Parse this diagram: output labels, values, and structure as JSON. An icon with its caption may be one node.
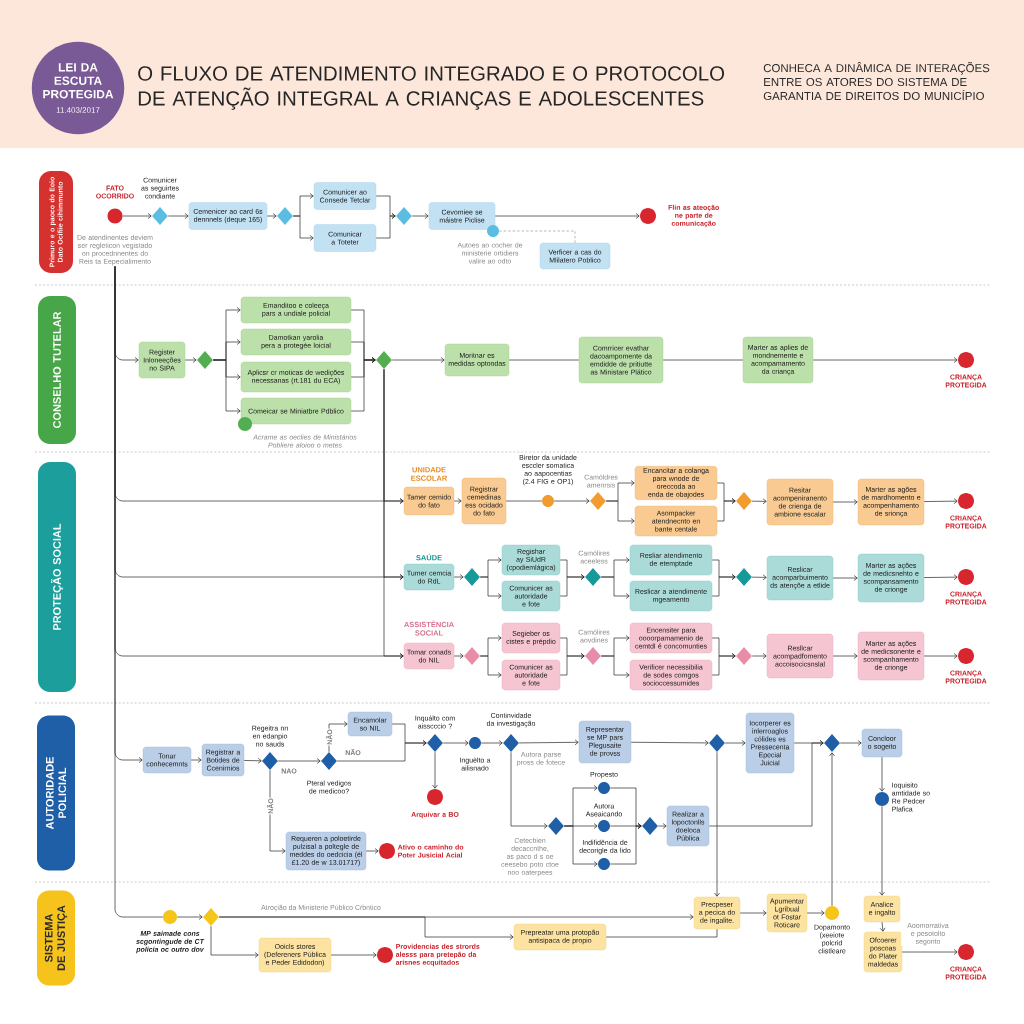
{
  "diagram": {
    "title": "O FLUXO DE ATENDIMENTO INTEGRADO E O PROTOCOLO DE ATENÇÃO INTEGRAL A CRIANÇAS E ADOLESCENTES",
    "nodes": [
      {
        "text": [
          "LEI DA ESCUTA PROTEGIDA",
          "11.403/2017"
        ]
      },
      {
        "text": [
          "Primuro e o paoco do Eoio Dato Ocifiie cihimmunto"
        ]
      },
      {
        "text": [],
        "shape": "circle",
        "beside": [
          "FATO OCORRIDO"
        ]
      },
      {
        "text": [
          "De atendinentes deviem ser regleticon vegistado on procednnentes do Reis ta Eepecialimento"
        ]
      },
      {
        "text": [],
        "shape": "diamond",
        "beside": [
          "Comunicer as seguirtes condiante"
        ]
      },
      {
        "text": [
          "Cemenicer ao card 6s dennnels (deque 165)"
        ]
      },
      {
        "text": [],
        "shape": "diamond"
      },
      {
        "text": [
          "Comunicer ao Consede Tetclar"
        ]
      },
      {
        "text": [
          "Comunicar a Toteter"
        ]
      },
      {
        "text": [],
        "shape": "diamond"
      },
      {
        "text": [
          "Cevomiee se máistre Piclise"
        ]
      },
      {
        "text": [],
        "shape": "circle",
        "beside": [
          "Autoes ao cocher de ministerie ortidiers valire ao odto"
        ]
      },
      {
        "text": [
          "Verficer a cas do Mlilatero Poblico"
        ]
      },
      {
        "text": [],
        "shape": "circle",
        "beside": [
          "Flin as ateoção ne parte de comunicação"
        ]
      },
      {
        "text": [
          "CONSELHO TUTELAR"
        ]
      },
      {
        "text": [
          "Register Inloneeções no SIPA"
        ]
      },
      {
        "text": [],
        "shape": "diamond"
      },
      {
        "text": [
          "Emanditoo e coleeça pars a undiale policial"
        ]
      },
      {
        "text": [
          "Damotkan yarolia pera a protegée loicial"
        ]
      },
      {
        "text": [
          "Aplicsr cr moticas de wedições necessanas (rt.181 du ECA)"
        ]
      },
      {
        "text": [
          "Comeicar se Miniatbre Pdblico"
        ]
      },
      {
        "text": [],
        "shape": "circle",
        "beside": [
          "Acrame as oeclies de Ministários Pobliere aloioo o metes"
        ]
      },
      {
        "text": [],
        "shape": "diamond"
      },
      {
        "text": [
          "Moritnar es medidas optoodas"
        ]
      },
      {
        "text": [
          "Comrricer evathar dacoampomente da emdidde de pritiutte as Ministare Plático"
        ]
      },
      {
        "text": [
          "Marter as aplies de mondnemente e acompamamento da criança"
        ]
      },
      {
        "text": [],
        "shape": "circle",
        "beside": [
          "CRIANÇA PROTEGIDA"
        ]
      },
      {
        "text": [
          "PROTEÇÃO SOCIAL"
        ]
      },
      {
        "text": [
          "Tamer cemido do fato"
        ]
      },
      {
        "text": [
          "Registrar cemedinas ess ocidado do fato"
        ]
      },
      {
        "text": [],
        "shape": "circle",
        "beside": [
          "Biretor da unidade esccler somatica ao aapocentias (2.4 FIG e OP1)"
        ]
      },
      {
        "text": [],
        "shape": "diamond",
        "beside": [
          "Camóldres amenrsis"
        ]
      },
      {
        "text": [
          "Encancitar a colanga para wnode de oreccoda ao enda de obajodes"
        ]
      },
      {
        "text": [
          "Asompacker atendnecnto en bante centale"
        ]
      },
      {
        "text": [],
        "shape": "diamond"
      },
      {
        "text": [
          "Resitar acompeniranento de crienga de ambione escalar"
        ]
      },
      {
        "text": [
          "Marter as agões de mardhomento e acompenhamento de srionça"
        ]
      },
      {
        "text": [],
        "shape": "circle",
        "beside": [
          "CRIANÇA PROTEGIDA"
        ]
      },
      {
        "text": [
          "Tumer cemcia do RdL"
        ]
      },
      {
        "text": [],
        "shape": "diamond"
      },
      {
        "text": [
          "Regishar ay SiUdR (cpodiemlágica)"
        ]
      },
      {
        "text": [
          "Comunicer as autoridade e fote"
        ]
      },
      {
        "text": [],
        "shape": "diamond",
        "beside": [
          "Camólires aceeless"
        ]
      },
      {
        "text": [
          "Resliar atendimento de etemptade"
        ]
      },
      {
        "text": [
          "Reslicar a atendimente mgeamento"
        ]
      },
      {
        "text": [],
        "shape": "diamond"
      },
      {
        "text": [
          "Reslicar acomparbuimento ds atençõe a etlide"
        ]
      },
      {
        "text": [
          "Marter as ações de medicsnehto e scompansamento de crionge"
        ]
      },
      {
        "text": [],
        "shape": "circle",
        "beside": [
          "CRIANÇA PROTEGIDA"
        ]
      },
      {
        "text": [
          "Tomar conads do NIL"
        ]
      },
      {
        "text": [],
        "shape": "diamond"
      },
      {
        "text": [
          "Segieber os cistes e prépdio"
        ]
      },
      {
        "text": [
          "Comunicer as autoridade e fote"
        ]
      },
      {
        "text": [],
        "shape": "diamond",
        "beside": [
          "Camólires aovdines"
        ]
      },
      {
        "text": [
          "Encensiter para oooorpamamenio de cemtdl é concomunties"
        ]
      },
      {
        "text": [
          "Verificer necessibilia de sodes comgos socioccessumides"
        ]
      },
      {
        "text": [],
        "shape": "diamond"
      },
      {
        "text": [
          "Resllcar acompadfomento accoisocicsnslal"
        ]
      },
      {
        "text": [
          "Marter as ações de medicsonente e scompanhamento de crionge"
        ]
      },
      {
        "text": [],
        "shape": "circle",
        "beside": [
          "CRIANÇA PROTEGIDA"
        ]
      },
      {
        "text": [
          "AUTORIDADE POLICIAL"
        ]
      },
      {
        "text": [
          "Tonar conhecemnts"
        ]
      },
      {
        "text": [
          "Registrar a Botides de Ccenirnios"
        ]
      },
      {
        "text": [],
        "shape": "diamond",
        "beside": [
          "Regeitra nn en edanpio no sauds"
        ]
      },
      {
        "text": [],
        "shape": "diamond",
        "beside": [
          "Pteral vedigos de medicoo?"
        ]
      },
      {
        "text": [
          "Encamolar so NIL"
        ]
      },
      {
        "text": [],
        "shape": "diamond",
        "beside": [
          "Inquálto com aisscccio ?"
        ]
      },
      {
        "text": [],
        "shape": "circle",
        "beside": [
          "Arquivar a BO"
        ]
      },
      {
        "text": [],
        "shape": "circle",
        "beside": [
          "Inguèlto a ailisnado"
        ]
      },
      {
        "text": [],
        "shape": "diamond",
        "beside": [
          "Continvidade da investigação",
          "Autora parse pross de fotece"
        ]
      },
      {
        "text": [
          "Representar se MP pars Plegusaite de provss"
        ]
      },
      {
        "text": [],
        "shape": "diamond",
        "beside": [
          "Cetecbien decaccnthe, as paco d s oe ceesebo poto ctoe noo oaterpees"
        ]
      },
      {
        "text": [],
        "shape": "circle",
        "beside": [
          "Propesto"
        ]
      },
      {
        "text": [],
        "shape": "circle",
        "beside": [
          "Autora Aseaicando"
        ]
      },
      {
        "text": [],
        "shape": "circle",
        "beside": [
          "Indifidência de decorigle da lido"
        ]
      },
      {
        "text": [],
        "shape": "diamond"
      },
      {
        "text": [
          "Realizar a lopoctonlls doeloca Pública"
        ]
      },
      {
        "text": [],
        "shape": "diamond"
      },
      {
        "text": [
          "Iocorperer es inlerroaglos cólides es Pressecenta Epecial Juicial"
        ]
      },
      {
        "text": [],
        "shape": "diamond"
      },
      {
        "text": [
          "Concloor o sogeito"
        ]
      },
      {
        "text": [],
        "shape": "circle",
        "beside": [
          "Ioquisito amtidade so Re Pedcer Plafica"
        ]
      },
      {
        "text": [
          "Requeren a poloetirde pulzisal a poltegle de meddes do oedcicia (él £1.20 de w 13.01717)"
        ]
      },
      {
        "text": [],
        "shape": "circle",
        "beside": [
          "Ativo o caminho do Poter Jusicial Acial"
        ]
      },
      {
        "text": [
          "SISTEMA DE JUSTIÇA"
        ]
      },
      {
        "text": [],
        "shape": "circle",
        "beside": [
          "MP saimade cons scgontingude de CT policia oc outro dov"
        ]
      },
      {
        "text": [],
        "shape": "diamond"
      },
      {
        "text": [
          "Ooicls stores (Defereners Pública e Peder Edidodon)"
        ]
      },
      {
        "text": [],
        "shape": "circle",
        "beside": [
          "Providencias des strords alesss para pretepão da arisnes ecquitados"
        ]
      },
      {
        "text": [
          "Prepreatar uma protopão antisipaca de propio"
        ]
      },
      {
        "text": [
          "Precpeser a pecica do de ingalite."
        ]
      },
      {
        "text": [
          "Apumentar Lgribual ot Fostar Roticare"
        ]
      },
      {
        "text": [],
        "shape": "circle",
        "beside": [
          "Dopamonto (xeeiote polcrid clistleare"
        ]
      },
      {
        "text": [
          "Analice e ingalto"
        ]
      },
      {
        "text": [
          "Ofcoerer poscoas do Plater maldedas"
        ]
      },
      {
        "text": [],
        "shape": "circle",
        "beside": [
          "CRIANÇA PROTEGIDA"
        ]
      }
    ],
    "edges": [
      {
        "from": 2,
        "to": 4,
        "arrow": "to"
      },
      {
        "from": 4,
        "to": 5,
        "arrow": "to"
      },
      {
        "from": 5,
        "to": 6,
        "arrow": "to"
      },
      {
        "from": 6,
        "to": 7,
        "arrow": "to"
      },
      {
        "from": 6,
        "to": 8,
        "arrow": "to"
      },
      {
        "from": 7,
        "to": 9,
        "arrow": "to"
      },
      {
        "from": 8,
        "to": 9,
        "arrow": "to"
      },
      {
        "from": 9,
        "to": 10,
        "arrow": "to"
      },
      {
        "from": 10,
        "to": 13,
        "arrow": "to"
      },
      {
        "from": 11,
        "to": 12,
        "arrow": "none",
        "style": "dashed",
        "color": "#9a9a9a"
      },
      {
        "from": 3,
        "to": 15,
        "arrow": "to"
      },
      {
        "from": 3,
        "to": 28,
        "arrow": "to"
      },
      {
        "from": 3,
        "to": 38,
        "arrow": "to"
      },
      {
        "from": 3,
        "to": 49,
        "arrow": "to"
      },
      {
        "from": 3,
        "to": 61,
        "arrow": "to"
      },
      {
        "from": 3,
        "to": 85,
        "arrow": "none"
      },
      {
        "from": 15,
        "to": 16,
        "arrow": "to"
      },
      {
        "from": 16,
        "to": 17,
        "arrow": "to"
      },
      {
        "from": 16,
        "to": 18,
        "arrow": "to"
      },
      {
        "from": 16,
        "to": 19,
        "arrow": "to"
      },
      {
        "from": 16,
        "to": 20,
        "arrow": "to"
      },
      {
        "from": 17,
        "to": 22,
        "arrow": "to"
      },
      {
        "from": 18,
        "to": 22,
        "arrow": "to"
      },
      {
        "from": 19,
        "to": 22,
        "arrow": "to"
      },
      {
        "from": 20,
        "to": 22,
        "arrow": "to"
      },
      {
        "from": 22,
        "to": 23,
        "arrow": "to"
      },
      {
        "from": 23,
        "to": 24,
        "arrow": "none"
      },
      {
        "from": 24,
        "to": 25,
        "arrow": "none"
      },
      {
        "from": 25,
        "to": 26,
        "arrow": "to"
      },
      {
        "from": 22,
        "to": 28,
        "arrow": "to"
      },
      {
        "from": 22,
        "to": 38,
        "arrow": "to"
      },
      {
        "from": 22,
        "to": 49,
        "arrow": "to"
      },
      {
        "from": 28,
        "to": 29,
        "arrow": "to"
      },
      {
        "from": 29,
        "to": 30,
        "arrow": "none"
      },
      {
        "from": 30,
        "to": 31,
        "arrow": "to"
      },
      {
        "from": 31,
        "to": 32,
        "arrow": "to"
      },
      {
        "from": 31,
        "to": 33,
        "arrow": "to"
      },
      {
        "from": 32,
        "to": 34,
        "arrow": "to"
      },
      {
        "from": 33,
        "to": 34,
        "arrow": "to"
      },
      {
        "from": 34,
        "to": 35,
        "arrow": "to"
      },
      {
        "from": 35,
        "to": 36,
        "arrow": "to"
      },
      {
        "from": 36,
        "to": 37,
        "arrow": "to"
      },
      {
        "from": 38,
        "to": 39,
        "arrow": "to"
      },
      {
        "from": 39,
        "to": 40,
        "arrow": "to"
      },
      {
        "from": 39,
        "to": 41,
        "arrow": "to"
      },
      {
        "from": 40,
        "to": 42,
        "arrow": "to"
      },
      {
        "from": 41,
        "to": 42,
        "arrow": "to"
      },
      {
        "from": 42,
        "to": 43,
        "arrow": "to"
      },
      {
        "from": 42,
        "to": 44,
        "arrow": "to"
      },
      {
        "from": 43,
        "to": 45,
        "arrow": "to"
      },
      {
        "from": 44,
        "to": 45,
        "arrow": "to"
      },
      {
        "from": 45,
        "to": 46,
        "arrow": "to"
      },
      {
        "from": 46,
        "to": 47,
        "arrow": "to"
      },
      {
        "from": 47,
        "to": 48,
        "arrow": "to"
      },
      {
        "from": 49,
        "to": 50,
        "arrow": "to"
      },
      {
        "from": 50,
        "to": 51,
        "arrow": "to"
      },
      {
        "from": 50,
        "to": 52,
        "arrow": "to"
      },
      {
        "from": 51,
        "to": 53,
        "arrow": "to"
      },
      {
        "from": 52,
        "to": 53,
        "arrow": "to"
      },
      {
        "from": 53,
        "to": 54,
        "arrow": "to"
      },
      {
        "from": 53,
        "to": 55,
        "arrow": "to"
      },
      {
        "from": 54,
        "to": 56,
        "arrow": "to"
      },
      {
        "from": 55,
        "to": 56,
        "arrow": "to"
      },
      {
        "from": 56,
        "to": 57,
        "arrow": "to"
      },
      {
        "from": 57,
        "to": 58,
        "arrow": "to"
      },
      {
        "from": 58,
        "to": 59,
        "arrow": "to"
      },
      {
        "from": 61,
        "to": 62,
        "arrow": "to"
      },
      {
        "from": 62,
        "to": 63,
        "arrow": "to"
      },
      {
        "from": 63,
        "to": 64,
        "arrow": "to",
        "label": "NAO"
      },
      {
        "from": 63,
        "to": 82,
        "arrow": "to",
        "label": "NÃO"
      },
      {
        "from": 64,
        "to": 65,
        "arrow": "to",
        "label": "NÃO"
      },
      {
        "from": 64,
        "to": 66,
        "arrow": "to",
        "label": "NÃO"
      },
      {
        "from": 65,
        "to": 66,
        "arrow": "to"
      },
      {
        "from": 66,
        "to": 67,
        "arrow": "to"
      },
      {
        "from": 66,
        "to": 68,
        "arrow": "to"
      },
      {
        "from": 68,
        "to": 69,
        "arrow": "to"
      },
      {
        "from": 69,
        "to": 70,
        "arrow": "to"
      },
      {
        "from": 69,
        "to": 71,
        "arrow": "to"
      },
      {
        "from": 71,
        "to": 72,
        "arrow": "to"
      },
      {
        "from": 71,
        "to": 73,
        "arrow": "to"
      },
      {
        "from": 71,
        "to": 74,
        "arrow": "to"
      },
      {
        "from": 72,
        "to": 75,
        "arrow": "to"
      },
      {
        "from": 73,
        "to": 75,
        "arrow": "to"
      },
      {
        "from": 74,
        "to": 75,
        "arrow": "to"
      },
      {
        "from": 75,
        "to": 76,
        "arrow": "to"
      },
      {
        "from": 70,
        "to": 77,
        "arrow": "to"
      },
      {
        "from": 77,
        "to": 78,
        "arrow": "to"
      },
      {
        "from": 77,
        "to": 90,
        "arrow": "to"
      },
      {
        "from": 78,
        "to": 79,
        "arrow": "to"
      },
      {
        "from": 76,
        "to": 79,
        "arrow": "to"
      },
      {
        "from": 79,
        "to": 80,
        "arrow": "to"
      },
      {
        "from": 80,
        "to": 81,
        "arrow": "to"
      },
      {
        "from": 81,
        "to": 93,
        "arrow": "to"
      },
      {
        "from": 82,
        "to": 83,
        "arrow": "to"
      },
      {
        "from": 85,
        "to": 86,
        "arrow": "to"
      },
      {
        "from": 86,
        "to": 90,
        "arrow": "to",
        "label": "Atroçião da Ministerie Público Crbntico"
      },
      {
        "from": 86,
        "to": 89,
        "arrow": "to"
      },
      {
        "from": 86,
        "to": 87,
        "arrow": "to"
      },
      {
        "from": 87,
        "to": 88,
        "arrow": "to"
      },
      {
        "from": 89,
        "to": 90,
        "arrow": "none"
      },
      {
        "from": 90,
        "to": 91,
        "arrow": "to"
      },
      {
        "from": 91,
        "to": 92,
        "arrow": "to"
      },
      {
        "from": 92,
        "to": 79,
        "arrow": "to"
      },
      {
        "from": 93,
        "to": 94,
        "arrow": "to"
      },
      {
        "from": 94,
        "to": 95,
        "arrow": "to",
        "label": "Aoomorrativa e pesotolto segorito"
      }
    ],
    "labels": [
      "CONHECA A DINÂMICA DE INTERAÇÕES ENTRE OS ATORES DO SISTEMA DE GARANTIA DE DIREITOS DO MUNICÍPIO",
      "UNIDADE ESCOLAR",
      "SAÚDE",
      "ASSISTÊNCIA SOCIAL"
    ]
  }
}
